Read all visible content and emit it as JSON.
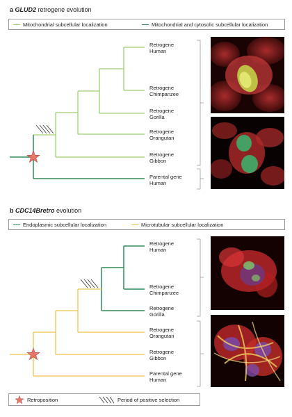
{
  "panel_a": {
    "letter": "a",
    "gene": "GLUD2",
    "title_rest": "retrogene evolution",
    "legend": [
      {
        "label": "Mitochondrial subcellular localization",
        "color": "#9ccf6f"
      },
      {
        "label": "Mitochondrial and cytosolic subcellular localization",
        "color": "#2e8b57"
      }
    ],
    "taxa": [
      {
        "line1": "Retrogene",
        "line2": "Human"
      },
      {
        "line1": "Retrogene",
        "line2": "Chimpanzee"
      },
      {
        "line1": "Retrogene",
        "line2": "Gorilla"
      },
      {
        "line1": "Retrogene",
        "line2": "Orangutan"
      },
      {
        "line1": "Retrogene",
        "line2": "Gibbon"
      },
      {
        "line1": "Parental gene",
        "line2": "Human"
      }
    ]
  },
  "panel_b": {
    "letter": "b",
    "gene": "CDC14Bretro",
    "title_rest": "evolution",
    "legend": [
      {
        "label": "Endoplasmic subcellular localization",
        "color": "#2e8b57"
      },
      {
        "label": "Microtubular subcellular localization",
        "color": "#f0c24a"
      }
    ],
    "taxa": [
      {
        "line1": "Retrogene",
        "line2": "Human"
      },
      {
        "line1": "Retrogene",
        "line2": "Chimpanzee"
      },
      {
        "line1": "Retrogene",
        "line2": "Gorilla"
      },
      {
        "line1": "Retrogene",
        "line2": "Orangutan"
      },
      {
        "line1": "Retrogene",
        "line2": "Gibbon"
      },
      {
        "line1": "Parental gene",
        "line2": "Human"
      }
    ]
  },
  "bottom_legend": {
    "retroposition": "Retroposition",
    "positive_selection": "Period of positive selection"
  },
  "colors": {
    "light_green": "#9ccf6f",
    "dark_green": "#2e8b57",
    "yellow": "#f0c24a",
    "star": "#e8756a",
    "bracket": "#999999"
  }
}
